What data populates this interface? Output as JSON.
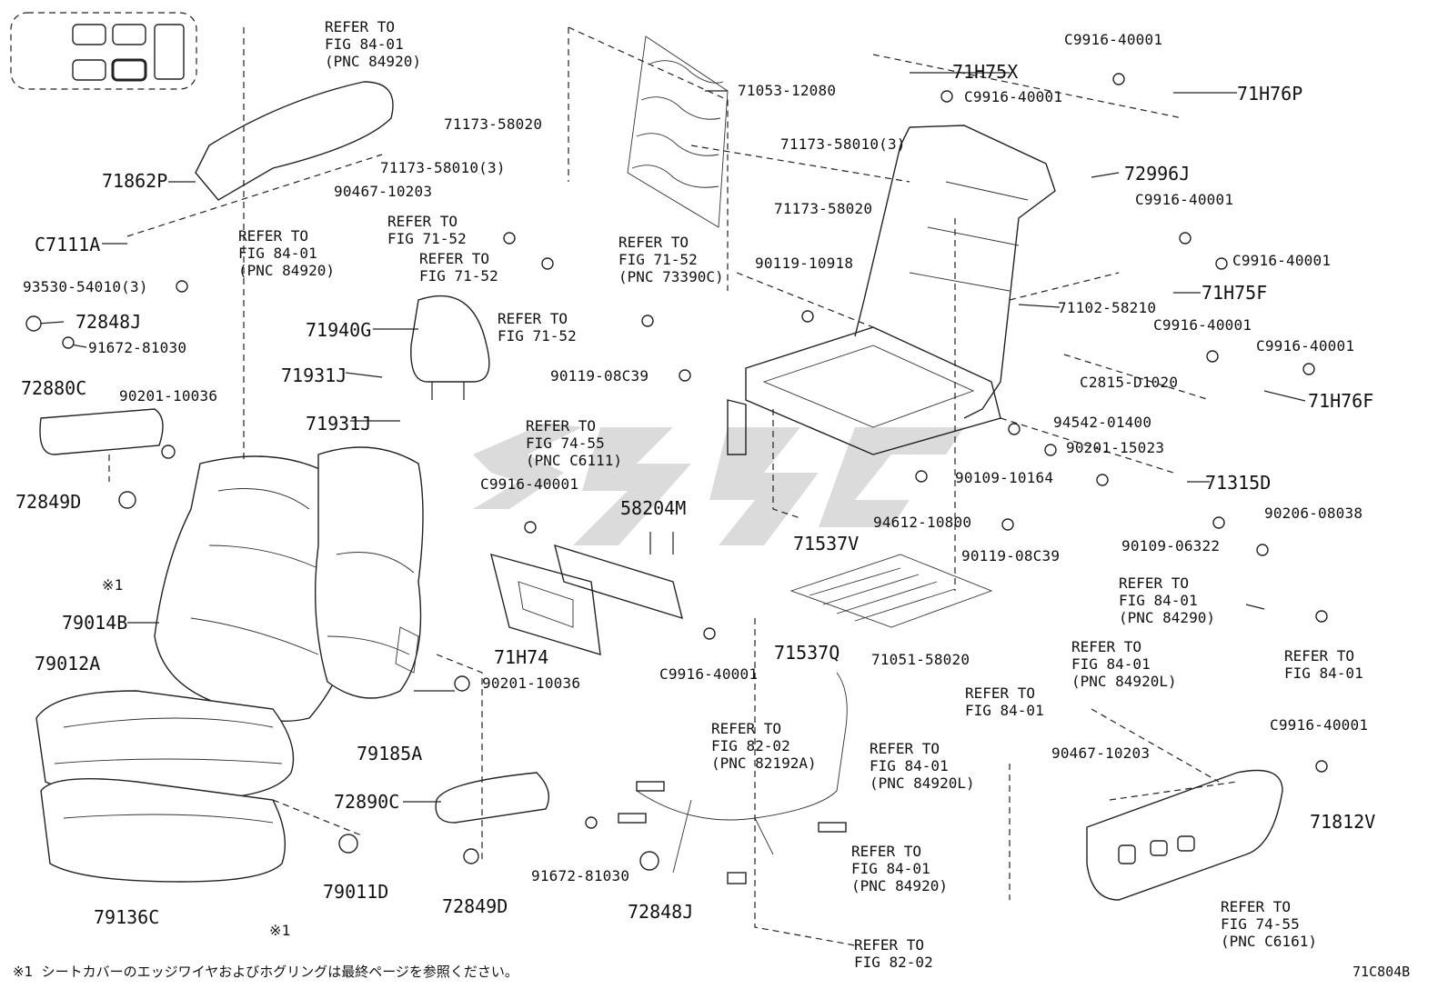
{
  "diagram_id": "71C804B",
  "footnote": "※1  シートカバーのエッジワイヤおよびホグリングは最終ページを参照ください。",
  "callout_mark": "※1",
  "parts": {
    "p71862P": "71862P",
    "pC7111A": "C7111A",
    "p93530": "93530-54010(3)",
    "p72848J_top": "72848J",
    "p91672_top": "91672-81030",
    "p72880C": "72880C",
    "p90201_10036_top": "90201-10036",
    "p72849D_left": "72849D",
    "p79014B": "79014B",
    "p79012A": "79012A",
    "p79136C": "79136C",
    "p79011D": "79011D",
    "p79185A": "79185A",
    "p72890C": "72890C",
    "p72849D_bottom": "72849D",
    "p91672_bottom": "91672-81030",
    "p72848J_bottom": "72848J",
    "p90201_10036_mid": "90201-10036",
    "p71940G": "71940G",
    "p71931J_a": "71931J",
    "p71931J_b": "71931J",
    "p90467_top": "90467-10203",
    "p71173_58020_a": "71173-58020",
    "p71173_58010_a": "71173-58010(3)",
    "p71053": "71053-12080",
    "p71173_58010_b": "71173-58010(3)",
    "p71173_58020_b": "71173-58020",
    "p71H75X": "71H75X",
    "pC9916_a": "C9916-40001",
    "pC9916_b": "C9916-40001",
    "p71H76P": "71H76P",
    "p72996J": "72996J",
    "pC9916_c": "C9916-40001",
    "pC9916_d": "C9916-40001",
    "p71H75F": "71H75F",
    "pC9916_e": "C9916-40001",
    "pC9916_f": "C9916-40001",
    "p71H76F": "71H76F",
    "p71102": "71102-58210",
    "pC2815": "C2815-D1020",
    "p90119_10918": "90119-10918",
    "p90119_08C39_a": "90119-08C39",
    "p94542": "94542-01400",
    "p90201_15023": "90201-15023",
    "p90109_10164": "90109-10164",
    "p71315D": "71315D",
    "p90206": "90206-08038",
    "p90109_06322": "90109-06322",
    "p94612": "94612-10800",
    "p90119_08C39_b": "90119-08C39",
    "p71537V": "71537V",
    "pC9916_g": "C9916-40001",
    "p58204M": "58204M",
    "p71H74": "71H74",
    "pC9916_h": "C9916-40001",
    "p71537Q": "71537Q",
    "p71051": "71051-58020",
    "p90467_bottom": "90467-10203",
    "pC9916_i": "C9916-40001",
    "p71812V": "71812V"
  },
  "refs": {
    "r_84_01_top": [
      "REFER TO",
      "FIG 84-01",
      "(PNC 84920)"
    ],
    "r_84_01_left": [
      "REFER TO",
      "FIG 84-01",
      "(PNC 84920)"
    ],
    "r_71_52_a": [
      "REFER TO",
      "FIG 71-52"
    ],
    "r_71_52_b": [
      "REFER TO",
      "FIG 71-52"
    ],
    "r_71_52_c": [
      "REFER TO",
      "FIG 71-52",
      "(PNC 73390C)"
    ],
    "r_71_52_d": [
      "REFER TO",
      "FIG 71-52"
    ],
    "r_74_55_top": [
      "REFER TO",
      "FIG 74-55",
      "(PNC C6111)"
    ],
    "r_84_01_84290": [
      "REFER TO",
      "FIG 84-01",
      "(PNC 84290)"
    ],
    "r_84_01_right": [
      "REFER TO",
      "FIG 84-01"
    ],
    "r_84_01_84920L_a": [
      "REFER TO",
      "FIG 84-01",
      "(PNC 84920L)"
    ],
    "r_84_01_plain": [
      "REFER TO",
      "FIG 84-01"
    ],
    "r_82_02_a": [
      "REFER TO",
      "FIG 82-02",
      "(PNC 82192A)"
    ],
    "r_84_01_84920L_b": [
      "REFER TO",
      "FIG 84-01",
      "(PNC 84920L)"
    ],
    "r_84_01_84920": [
      "REFER TO",
      "FIG 84-01",
      "(PNC 84920)"
    ],
    "r_82_02_b": [
      "REFER TO",
      "FIG 82-02"
    ],
    "r_74_55_bottom": [
      "REFER TO",
      "FIG 74-55",
      "(PNC C6161)"
    ]
  }
}
